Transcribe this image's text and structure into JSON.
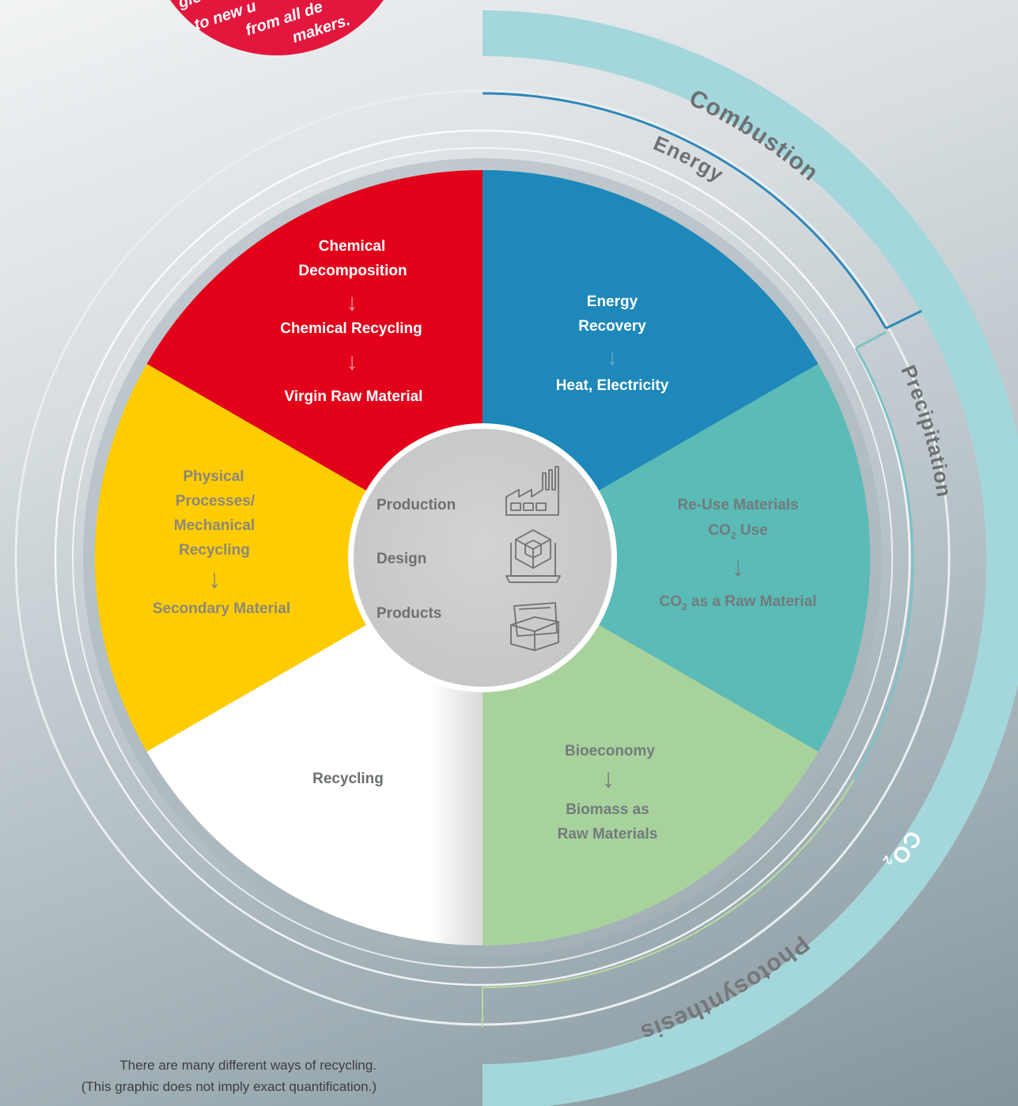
{
  "badge": {
    "lines": [
      "glo",
      "to new u",
      "from all de",
      "makers."
    ],
    "color": "#e3173e"
  },
  "outer_arcs": {
    "combustion": "Combustion",
    "energy": "Energy",
    "precipitation": "Precipitation",
    "co2": "CO",
    "co2_subscript": "2",
    "photosynthesis": "Photosynthesis"
  },
  "segments": {
    "chemical": {
      "color": "#e2001a",
      "lines": [
        "Chemical",
        "Decomposition",
        "↓",
        "Chemical Recycling",
        "↓",
        "Virgin Raw Material"
      ]
    },
    "energy": {
      "color": "#1d88b9",
      "lines": [
        "Energy",
        "Recovery",
        "↓",
        "Heat, Electricity"
      ]
    },
    "co2": {
      "color": "#5bbbb6",
      "line1": "Re-Use Materials",
      "line2_main": "CO",
      "line2_sub": "2",
      "line2_rest": " Use",
      "arrow": "↓",
      "line4_main": "CO",
      "line4_sub": "2",
      "line4_rest": " as a Raw Material"
    },
    "bio": {
      "color": "#a8d29c",
      "lines": [
        "Bioeconomy",
        "↓",
        "Biomass as",
        "Raw Materials"
      ]
    },
    "recycling": {
      "color": "#ffffff",
      "lines": [
        "Recycling"
      ]
    },
    "physical": {
      "color": "#ffcc00",
      "lines": [
        "Physical",
        "Processes/",
        "Mechanical",
        "Recycling",
        "↓",
        "Secondary Material"
      ]
    }
  },
  "center": {
    "items": [
      {
        "label": "Production",
        "icon": "factory-icon"
      },
      {
        "label": "Design",
        "icon": "design-cube-laptop-icon"
      },
      {
        "label": "Products",
        "icon": "boxes-icon"
      }
    ]
  },
  "caption": {
    "line1": "There are many different ways of recycling.",
    "line2": "(This graphic does not imply exact quantification.)"
  }
}
